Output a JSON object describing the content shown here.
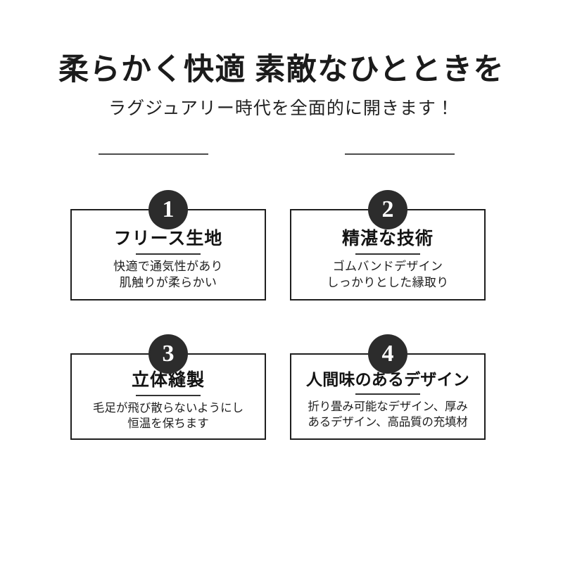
{
  "header": {
    "headline": "柔らかく快適 素敵なひとときを",
    "subhead": "ラグジュアリー時代を全面的に開きます！"
  },
  "colors": {
    "background": "#ffffff",
    "text": "#1a1a1a",
    "badge_fill": "#2c2c2c",
    "badge_text": "#ffffff",
    "card_border": "#1f1f1f",
    "rule": "#4d4d4d"
  },
  "dividers": [
    {
      "name": "top-rule-left"
    },
    {
      "name": "top-rule-right"
    }
  ],
  "features": [
    {
      "number": "1",
      "title": "フリース生地",
      "text_lines": [
        "快適で通気性があり",
        "肌触りが柔らかい"
      ]
    },
    {
      "number": "2",
      "title": "精湛な技術",
      "text_lines": [
        "ゴムバンドデザイン",
        "しっかりとした縁取り"
      ]
    },
    {
      "number": "3",
      "title": "立体縫製",
      "text_lines": [
        "毛足が飛び散らないようにし",
        "恒温を保ちます"
      ]
    },
    {
      "number": "4",
      "title": "人間味のあるデザイン",
      "text_lines": [
        "折り畳み可能なデザイン、厚み",
        "あるデザイン、高品質の充填材"
      ]
    }
  ]
}
